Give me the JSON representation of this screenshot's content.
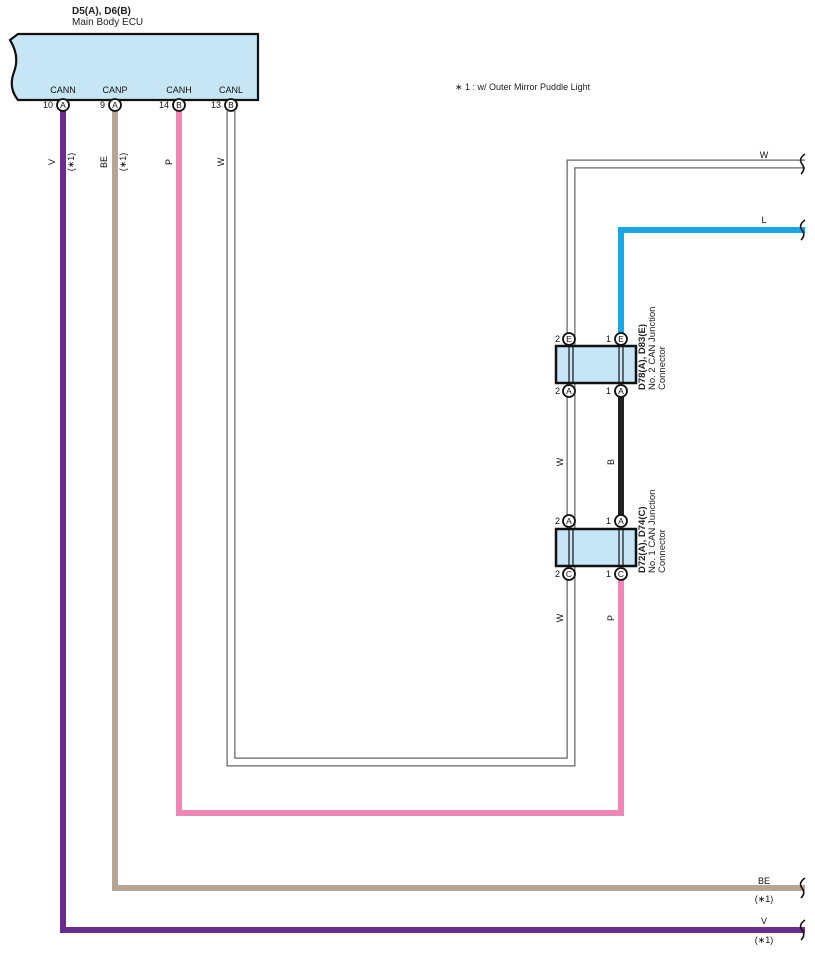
{
  "ecu": {
    "code": "D5(A), D6(B)",
    "name": "Main Body ECU",
    "pins": [
      {
        "signal": "CANN",
        "number": "10",
        "connector": "A"
      },
      {
        "signal": "CANP",
        "number": "9",
        "connector": "A"
      },
      {
        "signal": "CANH",
        "number": "14",
        "connector": "B"
      },
      {
        "signal": "CANL",
        "number": "13",
        "connector": "B"
      }
    ]
  },
  "note": "∗ 1 : w/ Outer Mirror Puddle Light",
  "wire_labels": {
    "cann": {
      "color": "V",
      "note": "(∗1)"
    },
    "canp": {
      "color": "BE",
      "note": "(∗1)"
    },
    "canh": {
      "color": "P"
    },
    "canl": {
      "color": "W"
    }
  },
  "junction2": {
    "code": "D78(A), D83(E)",
    "name_line1": "No. 2 CAN Junction",
    "name_line2": "Connector",
    "top_left": {
      "num": "2",
      "conn": "E"
    },
    "top_right": {
      "num": "1",
      "conn": "E"
    },
    "bottom_left": {
      "num": "2",
      "conn": "A"
    },
    "bottom_right": {
      "num": "1",
      "conn": "A"
    }
  },
  "junction1": {
    "code": "D72(A), D74(C)",
    "name_line1": "No. 1 CAN Junction",
    "name_line2": "Connector",
    "top_left": {
      "num": "2",
      "conn": "A"
    },
    "top_right": {
      "num": "1",
      "conn": "A"
    },
    "bottom_left": {
      "num": "2",
      "conn": "C"
    },
    "bottom_right": {
      "num": "1",
      "conn": "C"
    }
  },
  "between_labels": {
    "left": "W",
    "right": "B"
  },
  "below_labels": {
    "left": "W",
    "right": "P"
  },
  "right_exits": {
    "w": {
      "color": "W"
    },
    "l": {
      "color": "L"
    },
    "be": {
      "color": "BE",
      "note": "(∗1)"
    },
    "v": {
      "color": "V",
      "note": "(∗1)"
    }
  },
  "colors": {
    "violet": "#6a2c8c",
    "beige": "#b8a492",
    "pink": "#ee86b6",
    "blue": "#1aa6e4",
    "black": "#222222",
    "connector_fill": "#c6e6f5"
  }
}
